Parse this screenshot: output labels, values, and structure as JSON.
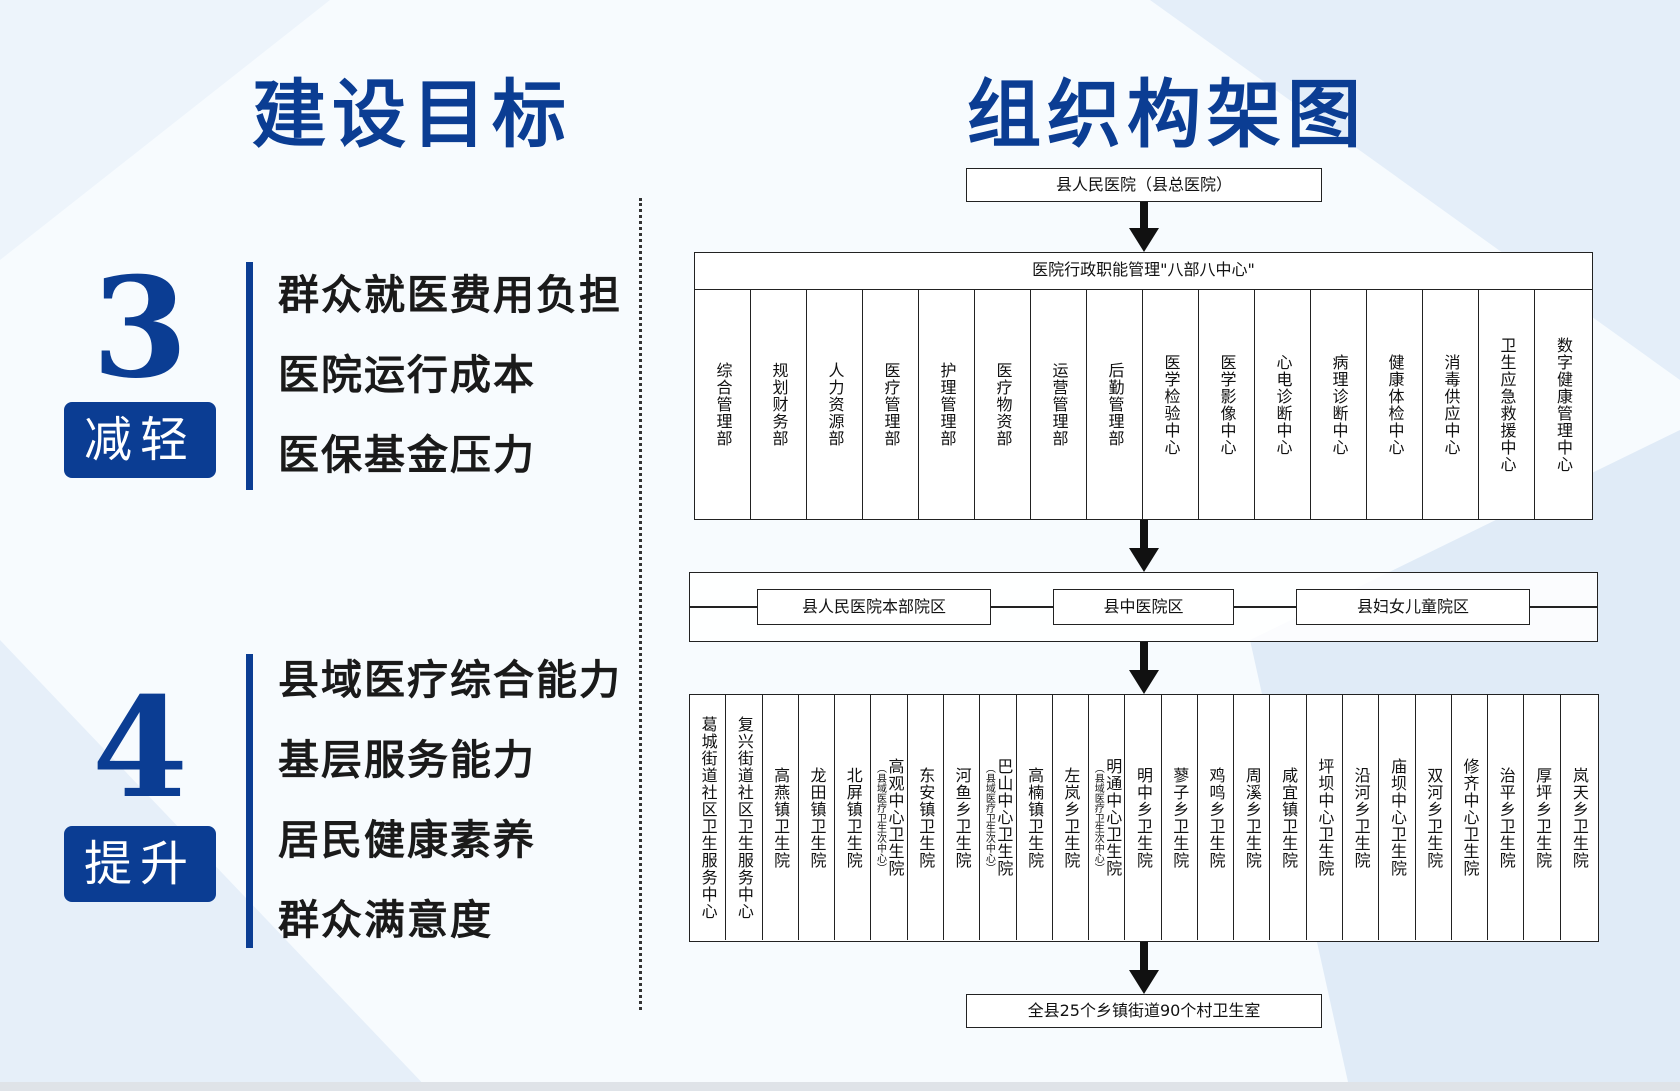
{
  "goals": {
    "title": "建设目标",
    "reduce": {
      "number": "3",
      "label": "减轻",
      "items": [
        "群众就医费用负担",
        "医院运行成本",
        "医保基金压力"
      ]
    },
    "improve": {
      "number": "4",
      "label": "提升",
      "items": [
        "县域医疗综合能力",
        "基层服务能力",
        "居民健康素养",
        "群众满意度"
      ]
    }
  },
  "org": {
    "title": "组织构架图",
    "top": "县人民医院（县总医院）",
    "admin_header": "医院行政职能管理\"八部八中心\"",
    "departments": [
      "综合管理部",
      "规划财务部",
      "人力资源部",
      "医疗管理部",
      "护理管理部",
      "医疗物资部",
      "运营管理部",
      "后勤管理部",
      "医学检验中心",
      "医学影像中心",
      "心电诊断中心",
      "病理诊断中心",
      "健康体检中心",
      "消毒供应中心",
      "卫生应急救援中心",
      "数字健康管理中心"
    ],
    "campuses": [
      "县人民医院本部院区",
      "县中医院区",
      "县妇女儿童院区"
    ],
    "centers": [
      {
        "name": "葛城街道社区卫生服务中心",
        "sub": ""
      },
      {
        "name": "复兴街道社区卫生服务中心",
        "sub": ""
      },
      {
        "name": "高燕镇卫生院",
        "sub": ""
      },
      {
        "name": "龙田镇卫生院",
        "sub": ""
      },
      {
        "name": "北屏镇卫生院",
        "sub": ""
      },
      {
        "name": "高观中心卫生院",
        "sub": "（县域医疗卫生次中心）"
      },
      {
        "name": "东安镇卫生院",
        "sub": ""
      },
      {
        "name": "河鱼乡卫生院",
        "sub": ""
      },
      {
        "name": "巴山中心卫生院",
        "sub": "（县域医疗卫生次中心）"
      },
      {
        "name": "高楠镇卫生院",
        "sub": ""
      },
      {
        "name": "左岚乡卫生院",
        "sub": ""
      },
      {
        "name": "明通中心卫生院",
        "sub": "（县域医疗卫生次中心）"
      },
      {
        "name": "明中乡卫生院",
        "sub": ""
      },
      {
        "name": "蓼子乡卫生院",
        "sub": ""
      },
      {
        "name": "鸡鸣乡卫生院",
        "sub": ""
      },
      {
        "name": "周溪乡卫生院",
        "sub": ""
      },
      {
        "name": "咸宜镇卫生院",
        "sub": ""
      },
      {
        "name": "坪坝中心卫生院",
        "sub": ""
      },
      {
        "name": "沿河乡卫生院",
        "sub": ""
      },
      {
        "name": "庙坝中心卫生院",
        "sub": ""
      },
      {
        "name": "双河乡卫生院",
        "sub": ""
      },
      {
        "name": "修齐中心卫生院",
        "sub": ""
      },
      {
        "name": "治平乡卫生院",
        "sub": ""
      },
      {
        "name": "厚坪乡卫生院",
        "sub": ""
      },
      {
        "name": "岚天乡卫生院",
        "sub": ""
      }
    ],
    "bottom": "全县25个乡镇街道90个村卫生室"
  },
  "colors": {
    "primary": "#0b3d93",
    "line": "#222222"
  }
}
